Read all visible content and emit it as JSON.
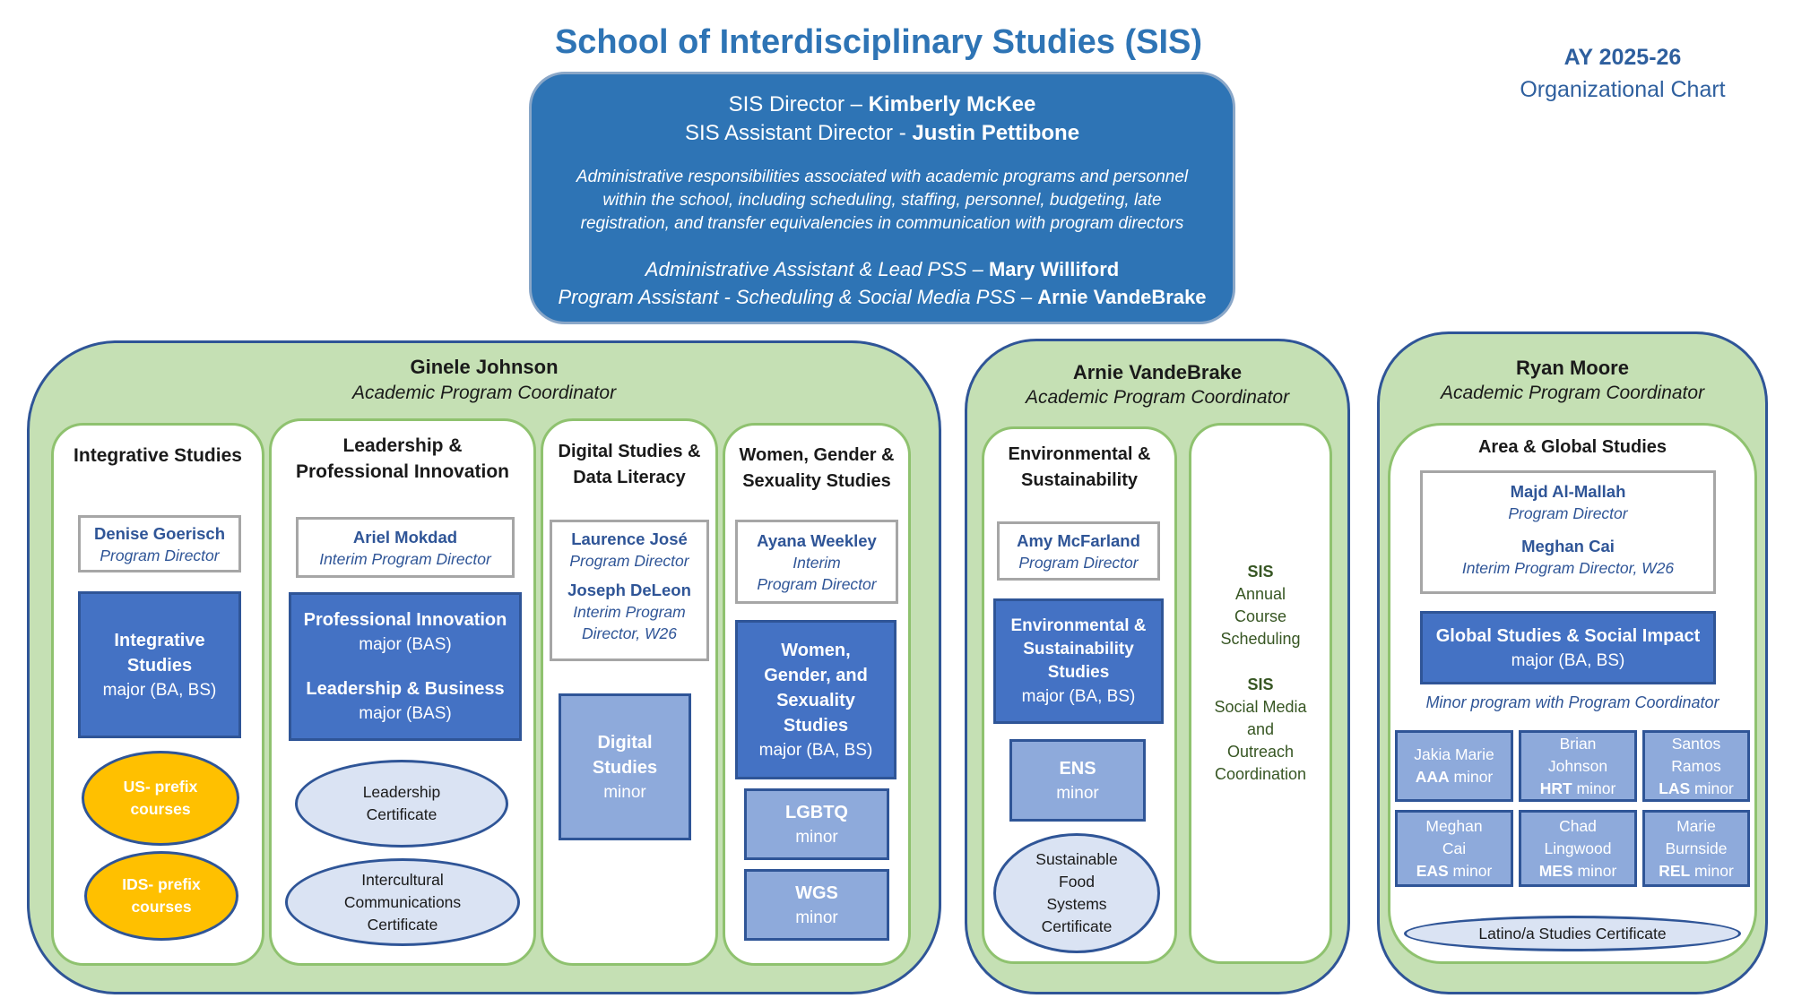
{
  "header": {
    "title": "School of Interdisciplinary Studies (SIS)",
    "ay": "AY 2025-26",
    "chart_label": "Organizational Chart"
  },
  "director": {
    "director_label": "SIS Director – ",
    "director_name": "Kimberly McKee",
    "assistant_label": "SIS Assistant Director - ",
    "assistant_name": "Justin Pettibone",
    "description": "Administrative responsibilities associated with academic programs and personnel within the school, including scheduling, staffing, personnel, budgeting, late registration, and transfer equivalencies in communication with program directors",
    "admin_label": "Administrative Assistant & Lead PSS – ",
    "admin_name": "Mary Williford",
    "program_label": "Program Assistant - Scheduling & Social Media PSS – ",
    "program_name": "Arnie VandeBrake"
  },
  "group1": {
    "name": "Ginele Johnson",
    "role": "Academic Program Coordinator",
    "integrative": {
      "title": "Integrative Studies",
      "director_name": "Denise Goerisch",
      "director_role": "Program Director",
      "major_title_1": "Integrative",
      "major_title_2": "Studies",
      "major_degree": "major (BA, BS)",
      "us_1": "US- prefix",
      "us_2": "courses",
      "ids_1": "IDS- prefix",
      "ids_2": "courses"
    },
    "leadership": {
      "title_1": "Leadership &",
      "title_2": "Professional Innovation",
      "director_name": "Ariel Mokdad",
      "director_role": "Interim Program Director",
      "major1_title": "Professional Innovation",
      "major1_degree": "major (BAS)",
      "major2_title": "Leadership & Business",
      "major2_degree": "major (BAS)",
      "cert1_1": "Leadership",
      "cert1_2": "Certificate",
      "cert2_1": "Intercultural",
      "cert2_2": "Communications",
      "cert2_3": "Certificate"
    },
    "digital": {
      "title_1": "Digital Studies &",
      "title_2": "Data Literacy",
      "dir1_name": "Laurence José",
      "dir1_role": "Program Director",
      "dir2_name": "Joseph DeLeon",
      "dir2_role_1": "Interim Program",
      "dir2_role_2": "Director, W26",
      "minor_1": "Digital",
      "minor_2": "Studies",
      "minor_3": "minor"
    },
    "wgs": {
      "title_1": "Women, Gender &",
      "title_2": "Sexuality Studies",
      "director_name": "Ayana Weekley",
      "director_role_1": "Interim",
      "director_role_2": "Program Director",
      "major_1": "Women,",
      "major_2": "Gender, and",
      "major_3": "Sexuality",
      "major_4": "Studies",
      "major_degree": "major (BA, BS)",
      "minor1_title": "LGBTQ",
      "minor1_sub": "minor",
      "minor2_title": "WGS",
      "minor2_sub": "minor"
    }
  },
  "group2": {
    "name": "Arnie VandeBrake",
    "role": "Academic Program Coordinator",
    "env": {
      "title_1": "Environmental  &",
      "title_2": "Sustainability",
      "director_name": "Amy McFarland",
      "director_role": "Program Director",
      "major_1": "Environmental &",
      "major_2": "Sustainability",
      "major_3": "Studies",
      "major_degree": "major (BA, BS)",
      "minor_title": "ENS",
      "minor_sub": "minor",
      "cert_1": "Sustainable",
      "cert_2": "Food",
      "cert_3": "Systems",
      "cert_4": "Certificate"
    },
    "sched": {
      "a_title": "SIS",
      "a_1": "Annual",
      "a_2": "Course",
      "a_3": "Scheduling",
      "b_title": "SIS",
      "b_1": "Social Media",
      "b_2": "and",
      "b_3": "Outreach",
      "b_4": "Coordination"
    }
  },
  "group3": {
    "name": "Ryan Moore",
    "role": "Academic Program Coordinator",
    "area": {
      "title": "Area & Global Studies",
      "dir1_name": "Majd Al-Mallah",
      "dir1_role": "Program Director",
      "dir2_name": "Meghan Cai",
      "dir2_role": "Interim Program Director, W26",
      "major_title": "Global Studies & Social Impact",
      "major_degree": "major (BA, BS)",
      "minor_note": "Minor program with Program Coordinator",
      "minors": [
        {
          "l1": "Jakia Marie",
          "code": "AAA",
          "suffix": " minor"
        },
        {
          "l1": "Brian",
          "l2": "Johnson",
          "code": "HRT",
          "suffix": " minor"
        },
        {
          "l1": "Santos",
          "l2": "Ramos",
          "code": "LAS",
          "suffix": " minor"
        },
        {
          "l1": "Meghan",
          "l2": "Cai",
          "code": "EAS",
          "suffix": " minor"
        },
        {
          "l1": "Chad",
          "l2": "Lingwood",
          "code": "MES",
          "suffix": " minor"
        },
        {
          "l1": "Marie",
          "l2": "Burnside",
          "code": "REL",
          "suffix": " minor"
        }
      ],
      "cert": "Latino/a Studies Certificate"
    }
  },
  "colors": {
    "title_blue": "#2e74b5",
    "director_fill": "#2e74b5",
    "panel_green": "#c5e0b4",
    "major_blue": "#4472c4",
    "minor_blue": "#8eaadb",
    "cert_fill": "#dae3f3",
    "prefix_gold": "#ffc000",
    "dark_blue_text": "#2f5597"
  }
}
